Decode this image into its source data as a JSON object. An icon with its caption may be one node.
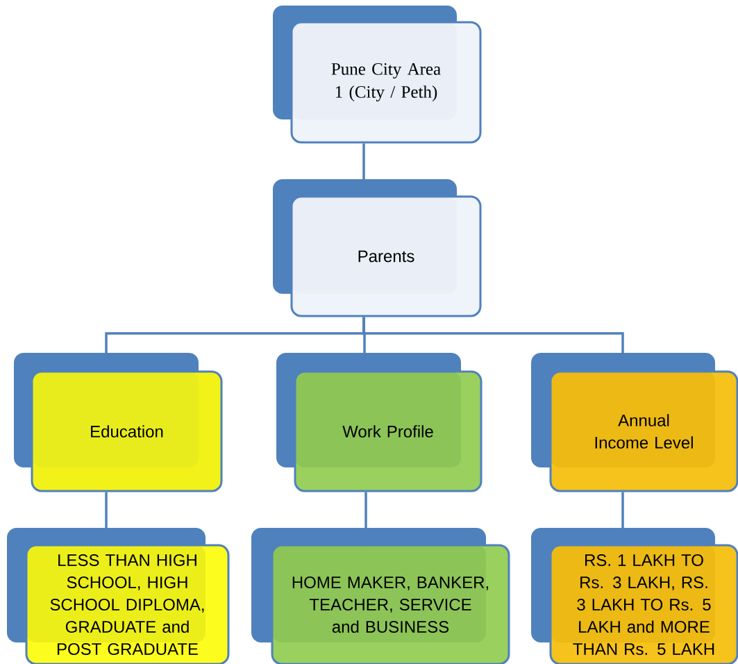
{
  "diagram": {
    "nodes": [
      {
        "text": [
          "Pune City Area 1 (City / Peth)"
        ]
      },
      {
        "text": [
          "Parents"
        ]
      },
      {
        "text": [
          "Education"
        ]
      },
      {
        "text": [
          "Work Profile"
        ]
      },
      {
        "text": [
          "Annual Income Level"
        ]
      },
      {
        "text": [
          "LESS THAN HIGH SCHOOL, HIGH SCHOOL DIPLOMA, GRADUATE and POST GRADUATE"
        ]
      },
      {
        "text": [
          "HOME MAKER, BANKER, TEACHER, SERVICE and BUSINESS"
        ]
      },
      {
        "text": [
          "RS. 1 LAKH TO Rs. 3 LAKH, RS. 3 LAKH TO Rs. 5 LAKH and MORE THAN Rs. 5 LAKH"
        ]
      }
    ],
    "edges": [
      {
        "from": 0,
        "to": 1,
        "arrow": "none"
      },
      {
        "from": 1,
        "to": 2,
        "arrow": "none"
      },
      {
        "from": 1,
        "to": 3,
        "arrow": "none"
      },
      {
        "from": 1,
        "to": 4,
        "arrow": "none"
      },
      {
        "from": 2,
        "to": 5,
        "arrow": "none"
      },
      {
        "from": 3,
        "to": 6,
        "arrow": "none"
      },
      {
        "from": 4,
        "to": 7,
        "arrow": "none"
      }
    ]
  }
}
